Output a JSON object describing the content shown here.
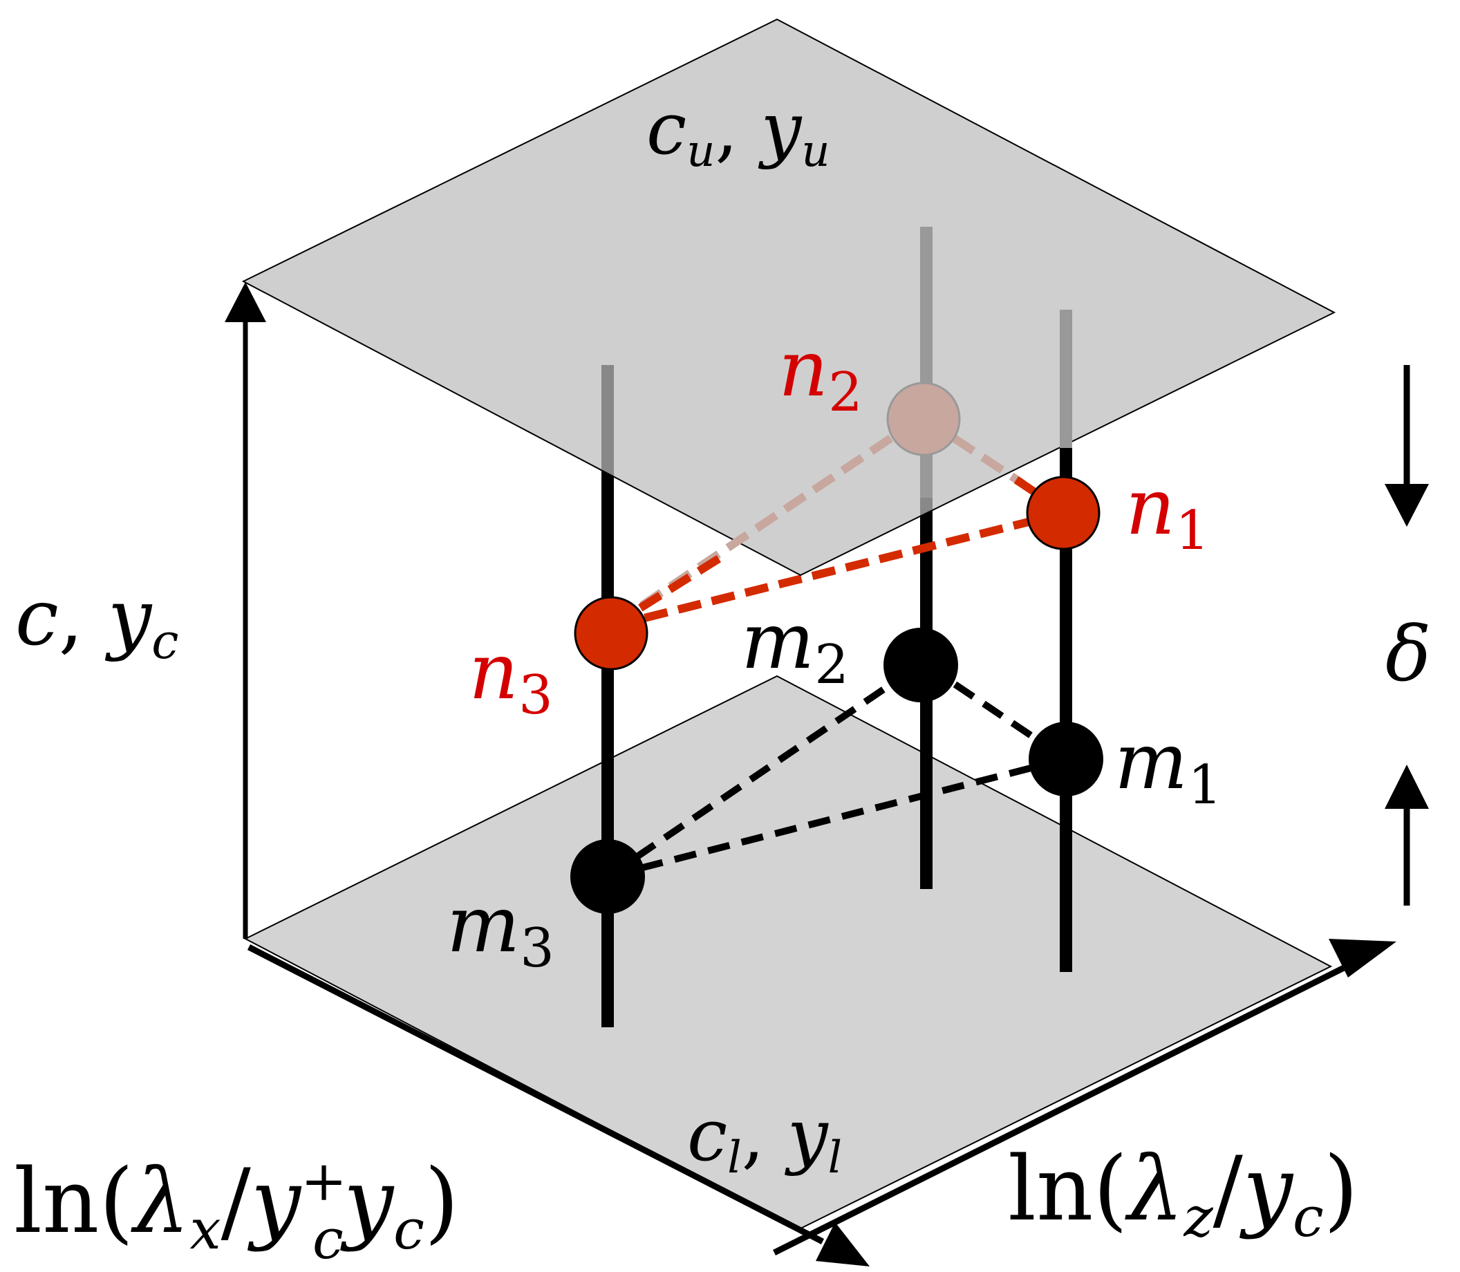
{
  "colors": {
    "plane_fill": "#d0d0d0",
    "plane_stroke": "#000000",
    "red": "#d42a00",
    "red_text": "#d40000",
    "faded_red": "#c8a79f",
    "black": "#000000",
    "faded_black": "#999999"
  },
  "planes": {
    "upper_label": {
      "a": "c",
      "a_sub": "u",
      "b": "y",
      "b_sub": "u"
    },
    "lower_label": {
      "a": "c",
      "a_sub": "l",
      "b": "y",
      "b_sub": "l"
    }
  },
  "axes": {
    "vertical": {
      "a": "c",
      "b": "y",
      "b_sub": "c"
    },
    "x_axis": {
      "prefix": "ln(",
      "var": "λ",
      "var_sub": "x",
      "slash": "/",
      "y1": "y",
      "y1_sup": "+",
      "y1_sub": "c",
      "y2": "y",
      "y2_sub": "c",
      "suffix": ")"
    },
    "z_axis": {
      "prefix": "ln(",
      "var": "λ",
      "var_sub": "z",
      "slash": "/",
      "y": "y",
      "y_sub": "c",
      "suffix": ")"
    },
    "delta": "δ"
  },
  "nodes": {
    "n1": {
      "base": "n",
      "sub": "1"
    },
    "n2": {
      "base": "n",
      "sub": "2"
    },
    "n3": {
      "base": "n",
      "sub": "3"
    },
    "m1": {
      "base": "m",
      "sub": "1"
    },
    "m2": {
      "base": "m",
      "sub": "2"
    },
    "m3": {
      "base": "m",
      "sub": "3"
    }
  }
}
